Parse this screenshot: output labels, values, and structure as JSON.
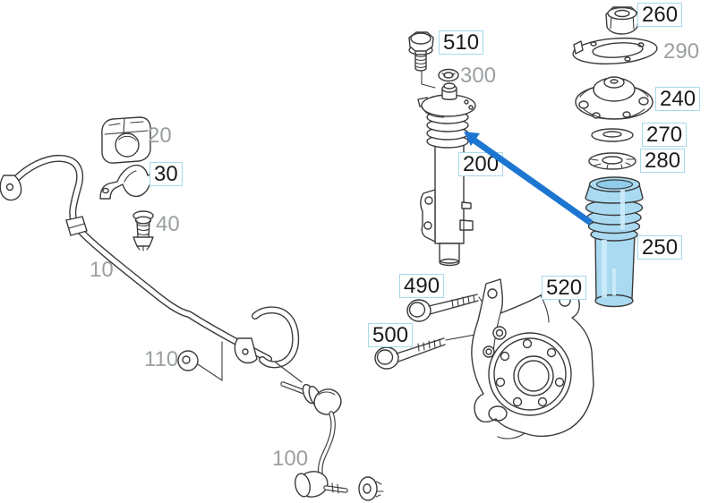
{
  "diagram_type": "exploded-parts-diagram",
  "colors": {
    "line": "#3b3b3b",
    "label_plain": "#9aa0a3",
    "label_boxed": "#1b1b1b",
    "box_border": "#a7d9ea",
    "box_bg": "#ffffff",
    "highlight_fill": "#a9daf2",
    "highlight_fill_dark": "#8fccea",
    "arrow": "#1c76d1",
    "background": "#ffffff"
  },
  "callouts": [
    {
      "part": "stabilizer-bar",
      "label": "10",
      "style": "plain"
    },
    {
      "part": "stabilizer-bushing",
      "label": "20",
      "style": "plain"
    },
    {
      "part": "bushing-bracket",
      "label": "30",
      "style": "boxed"
    },
    {
      "part": "screw",
      "label": "40",
      "style": "plain"
    },
    {
      "part": "stabilizer-link",
      "label": "100",
      "style": "plain"
    },
    {
      "part": "washer",
      "label": "110",
      "style": "plain"
    },
    {
      "part": "strut-assembly",
      "label": "200",
      "style": "boxed"
    },
    {
      "part": "strut-mount",
      "label": "240",
      "style": "boxed"
    },
    {
      "part": "dust-boot",
      "label": "250",
      "style": "boxed"
    },
    {
      "part": "nut",
      "label": "260",
      "style": "boxed"
    },
    {
      "part": "washer-upper",
      "label": "270",
      "style": "boxed"
    },
    {
      "part": "washer-lower",
      "label": "280",
      "style": "boxed"
    },
    {
      "part": "plate",
      "label": "290",
      "style": "plain"
    },
    {
      "part": "retaining-ring",
      "label": "300",
      "style": "plain"
    },
    {
      "part": "bolt-upper",
      "label": "490",
      "style": "boxed"
    },
    {
      "part": "bolt-lower",
      "label": "500",
      "style": "boxed"
    },
    {
      "part": "strut-top-bolt",
      "label": "510",
      "style": "boxed"
    },
    {
      "part": "knuckle-nut",
      "label": "520",
      "style": "boxed"
    }
  ],
  "highlight": {
    "part_label": "250"
  },
  "arrow": {
    "from_part_label": "250",
    "to_part_label": "200"
  }
}
